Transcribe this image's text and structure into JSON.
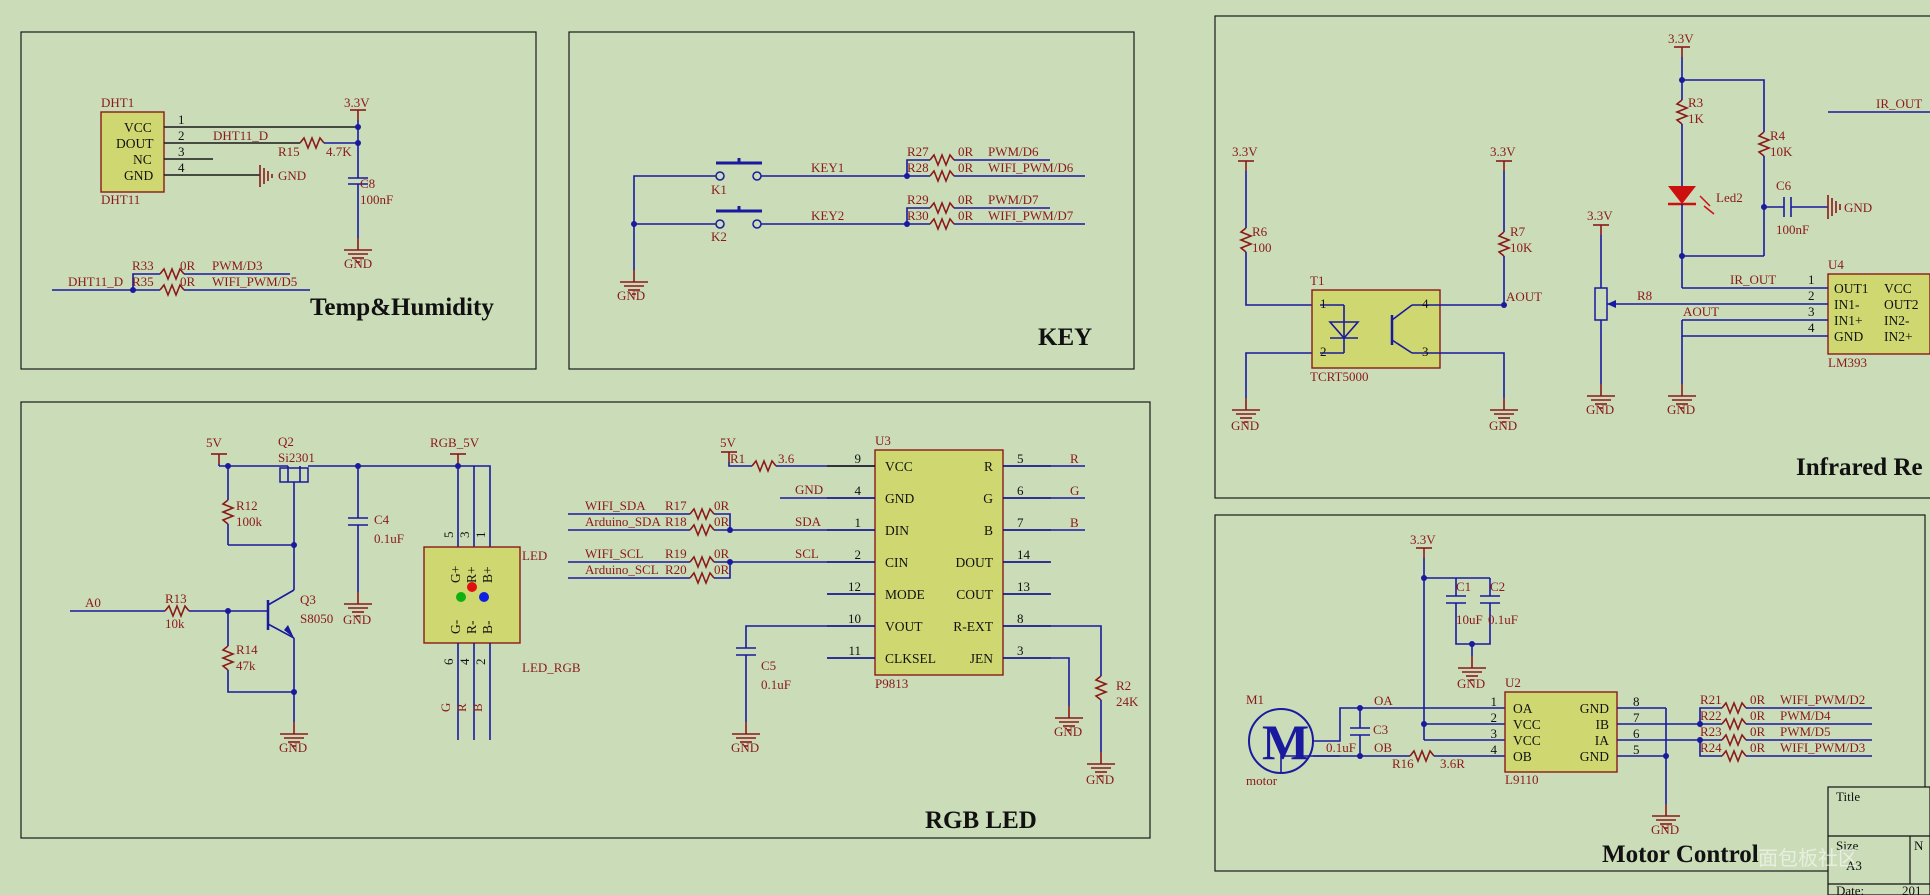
{
  "sections": {
    "temp": {
      "title": "Temp&Humidity",
      "dht": {
        "ref": "DHT1",
        "value": "DHT11",
        "pins": [
          "VCC",
          "DOUT",
          "NC",
          "GND"
        ],
        "pin_nums": [
          "1",
          "2",
          "3",
          "4"
        ]
      },
      "vcc": "3.3V",
      "gnd": "GND",
      "net_dht": "DHT11_D",
      "r15": {
        "ref": "R15",
        "value": "4.7K"
      },
      "c8": {
        "ref": "C8",
        "value": "100nF"
      },
      "r33": {
        "ref": "R33",
        "value": "0R",
        "net": "PWM/D3"
      },
      "r35": {
        "ref": "R35",
        "value": "0R",
        "net": "WIFI_PWM/D5"
      },
      "net_in": "DHT11_D"
    },
    "key": {
      "title": "KEY",
      "k1": "K1",
      "k2": "K2",
      "net1": "KEY1",
      "net2": "KEY2",
      "gnd": "GND",
      "r27": {
        "ref": "R27",
        "value": "0R",
        "net": "PWM/D6"
      },
      "r28": {
        "ref": "R28",
        "value": "0R",
        "net": "WIFI_PWM/D6"
      },
      "r29": {
        "ref": "R29",
        "value": "0R",
        "net": "PWM/D7"
      },
      "r30": {
        "ref": "R30",
        "value": "0R",
        "net": "WIFI_PWM/D7"
      }
    },
    "rgb": {
      "title": "RGB LED",
      "v5": "5V",
      "rgb5": "RGB_5V",
      "q2": {
        "ref": "Q2",
        "value": "Si2301"
      },
      "q3": {
        "ref": "Q3",
        "value": "S8050"
      },
      "r12": {
        "ref": "R12",
        "value": "100k"
      },
      "r13": {
        "ref": "R13",
        "value": "10k"
      },
      "r14": {
        "ref": "R14",
        "value": "47k"
      },
      "c4": {
        "ref": "C4",
        "value": "0.1uF"
      },
      "a0": "A0",
      "gnd": "GND",
      "led": {
        "ref": "LED",
        "value": "LED_RGB",
        "pins_top": [
          "G+",
          "R+",
          "B+"
        ],
        "pins_bot": [
          "G-",
          "R-",
          "B-"
        ],
        "nums_top": [
          "5",
          "3",
          "1"
        ],
        "nums_bot": [
          "6",
          "4",
          "2"
        ],
        "nets": [
          "G",
          "R",
          "B"
        ]
      },
      "r1": {
        "ref": "R1",
        "value": "3.6"
      },
      "v5b": "5V",
      "r17": {
        "ref": "R17",
        "value": "0R",
        "net": "WIFI_SDA"
      },
      "r18": {
        "ref": "R18",
        "value": "0R",
        "net": "Arduino_SDA"
      },
      "r19": {
        "ref": "R19",
        "value": "0R",
        "net": "WIFI_SCL"
      },
      "r20": {
        "ref": "R20",
        "value": "0R",
        "net": "Arduino_SCL"
      },
      "sda": "SDA",
      "scl": "SCL",
      "u3": {
        "ref": "U3",
        "value": "P9813",
        "left_pins": [
          {
            "num": "9",
            "name": "VCC"
          },
          {
            "num": "4",
            "name": "GND"
          },
          {
            "num": "1",
            "name": "DIN"
          },
          {
            "num": "2",
            "name": "CIN"
          },
          {
            "num": "12",
            "name": "MODE"
          },
          {
            "num": "10",
            "name": "VOUT"
          },
          {
            "num": "11",
            "name": "CLKSEL"
          }
        ],
        "right_pins": [
          {
            "num": "5",
            "name": "R"
          },
          {
            "num": "6",
            "name": "G"
          },
          {
            "num": "7",
            "name": "B"
          },
          {
            "num": "14",
            "name": "DOUT"
          },
          {
            "num": "13",
            "name": "COUT"
          },
          {
            "num": "8",
            "name": "R-EXT"
          },
          {
            "num": "3",
            "name": "JEN"
          }
        ]
      },
      "u3_left_gnd": "GND",
      "out_r": "R",
      "out_g": "G",
      "out_b": "B",
      "c5": {
        "ref": "C5",
        "value": "0.1uF"
      },
      "r2": {
        "ref": "R2",
        "value": "24K"
      }
    },
    "ir": {
      "title": "Infrared Re",
      "v33a": "3.3V",
      "v33b": "3.3V",
      "v33c": "3.3V",
      "v33d": "3.3V",
      "r6": {
        "ref": "R6",
        "value": "100"
      },
      "r7": {
        "ref": "R7",
        "value": "10K"
      },
      "t1": {
        "ref": "T1",
        "value": "TCRT5000",
        "pins": [
          "1",
          "2",
          "4",
          "3"
        ]
      },
      "aout": "AOUT",
      "r3": {
        "ref": "R3",
        "value": "1K"
      },
      "r4": {
        "ref": "R4",
        "value": "10K"
      },
      "led2": "Led2",
      "c6": {
        "ref": "C6",
        "value": "100nF"
      },
      "r8": "R8",
      "ir_out": "IR_OUT",
      "ir_out2": "IR_OUT",
      "aout2": "AOUT",
      "u4": {
        "ref": "U4",
        "value": "LM393",
        "left": [
          "OUT1",
          "IN1-",
          "IN1+",
          "GND"
        ],
        "right": [
          "VCC",
          "OUT2",
          "IN2-",
          "IN2+"
        ],
        "nums": [
          "1",
          "2",
          "3",
          "4"
        ]
      },
      "gnd": "GND"
    },
    "motor": {
      "title": "Motor Control",
      "v33": "3.3V",
      "c1": {
        "ref": "C1",
        "value": "10uF"
      },
      "c2": {
        "ref": "C2",
        "value": "0.1uF"
      },
      "c3": {
        "ref": "C3",
        "value": "0.1uF"
      },
      "m1": {
        "ref": "M1",
        "value": "motor",
        "symbol": "M"
      },
      "oa": "OA",
      "ob": "OB",
      "r16": {
        "ref": "R16",
        "value": "3.6R"
      },
      "u2": {
        "ref": "U2",
        "value": "L9110",
        "left": [
          {
            "num": "1",
            "name": "OA"
          },
          {
            "num": "2",
            "name": "VCC"
          },
          {
            "num": "3",
            "name": "VCC"
          },
          {
            "num": "4",
            "name": "OB"
          }
        ],
        "right": [
          {
            "num": "8",
            "name": "GND"
          },
          {
            "num": "7",
            "name": "IB"
          },
          {
            "num": "6",
            "name": "IA"
          },
          {
            "num": "5",
            "name": "GND"
          }
        ]
      },
      "r21": {
        "ref": "R21",
        "value": "0R",
        "net": "WIFI_PWM/D2"
      },
      "r22": {
        "ref": "R22",
        "value": "0R",
        "net": "PWM/D4"
      },
      "r23": {
        "ref": "R23",
        "value": "0R",
        "net": "PWM/D5"
      },
      "r24": {
        "ref": "R24",
        "value": "0R",
        "net": "WIFI_PWM/D3"
      },
      "gnd": "GND"
    },
    "titleblock": {
      "title": "Title",
      "size": "Size",
      "size_val": "A3",
      "date": "Date:",
      "date_val": "201",
      "n": "N"
    },
    "watermark": "面包板社区"
  }
}
